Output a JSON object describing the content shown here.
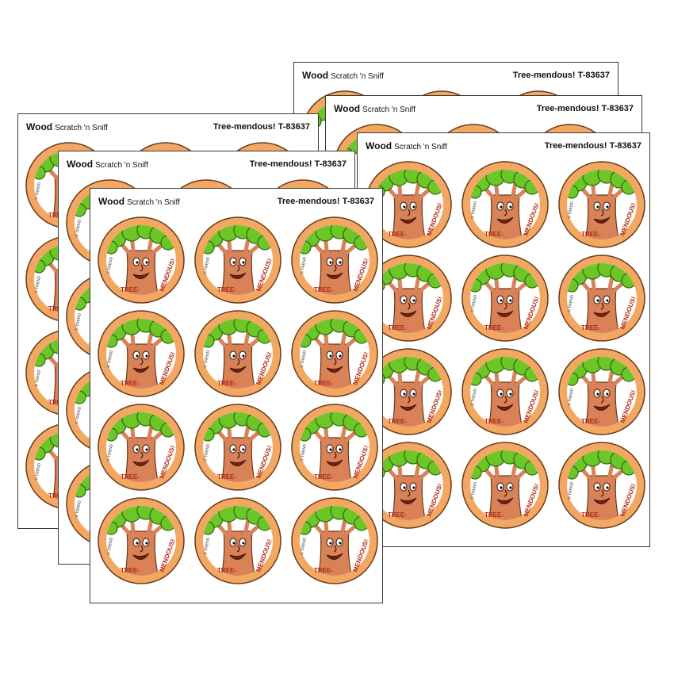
{
  "product": {
    "scent": "Wood",
    "subtitle": "Scratch 'n Sniff",
    "title": "Tree-mendous! T-83637",
    "sticker_text_left": "TREE-",
    "sticker_text_right": "MENDOUS!",
    "copyright": "© TREND"
  },
  "colors": {
    "rim": "#f2a863",
    "rim_outline": "#6a3a1a",
    "face": "#ffffff",
    "trunk": "#d98157",
    "leaves": "#6cc628",
    "leaves_outline": "#2d6b0d",
    "text_red": "#b12a16"
  },
  "sheets": [
    {
      "id": "back-right-1",
      "stickers": 12
    },
    {
      "id": "back-right-2",
      "stickers": 12
    },
    {
      "id": "back-left-1",
      "stickers": 12
    },
    {
      "id": "back-left-2",
      "stickers": 12
    },
    {
      "id": "front-right",
      "stickers": 12
    },
    {
      "id": "front-left",
      "stickers": 12
    }
  ]
}
